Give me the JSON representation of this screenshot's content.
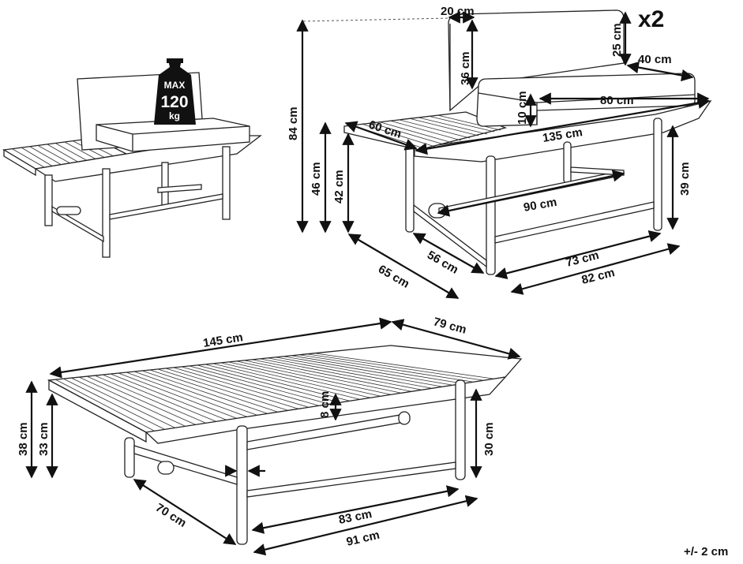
{
  "multiplier": "x2",
  "tolerance": "+/- 2 cm",
  "max_load": {
    "line1": "MAX",
    "line2": "120",
    "line3": "kg"
  },
  "bench_dims": {
    "backrest_thickness": "20 cm",
    "backrest_height": "25 cm",
    "back_to_seat": "36 cm",
    "cushion_depth": "40 cm",
    "cushion_width": "80 cm",
    "cushion_thickness": "10 cm",
    "side_table_width": "60 cm",
    "total_length": "135 cm",
    "total_height": "84 cm",
    "seat_height": "46 cm",
    "table_height": "42 cm",
    "leg_height": "39 cm",
    "stretcher_length": "90 cm",
    "inner_depth": "56 cm",
    "total_depth": "65 cm",
    "inner_width": "73 cm",
    "outer_width": "82 cm"
  },
  "table_dims": {
    "length": "145 cm",
    "width": "79 cm",
    "total_height": "38 cm",
    "under_top_height": "33 cm",
    "apron": "8 cm",
    "leg_height": "30 cm",
    "depth": "70 cm",
    "inner_length": "83 cm",
    "outer_length": "91 cm"
  }
}
